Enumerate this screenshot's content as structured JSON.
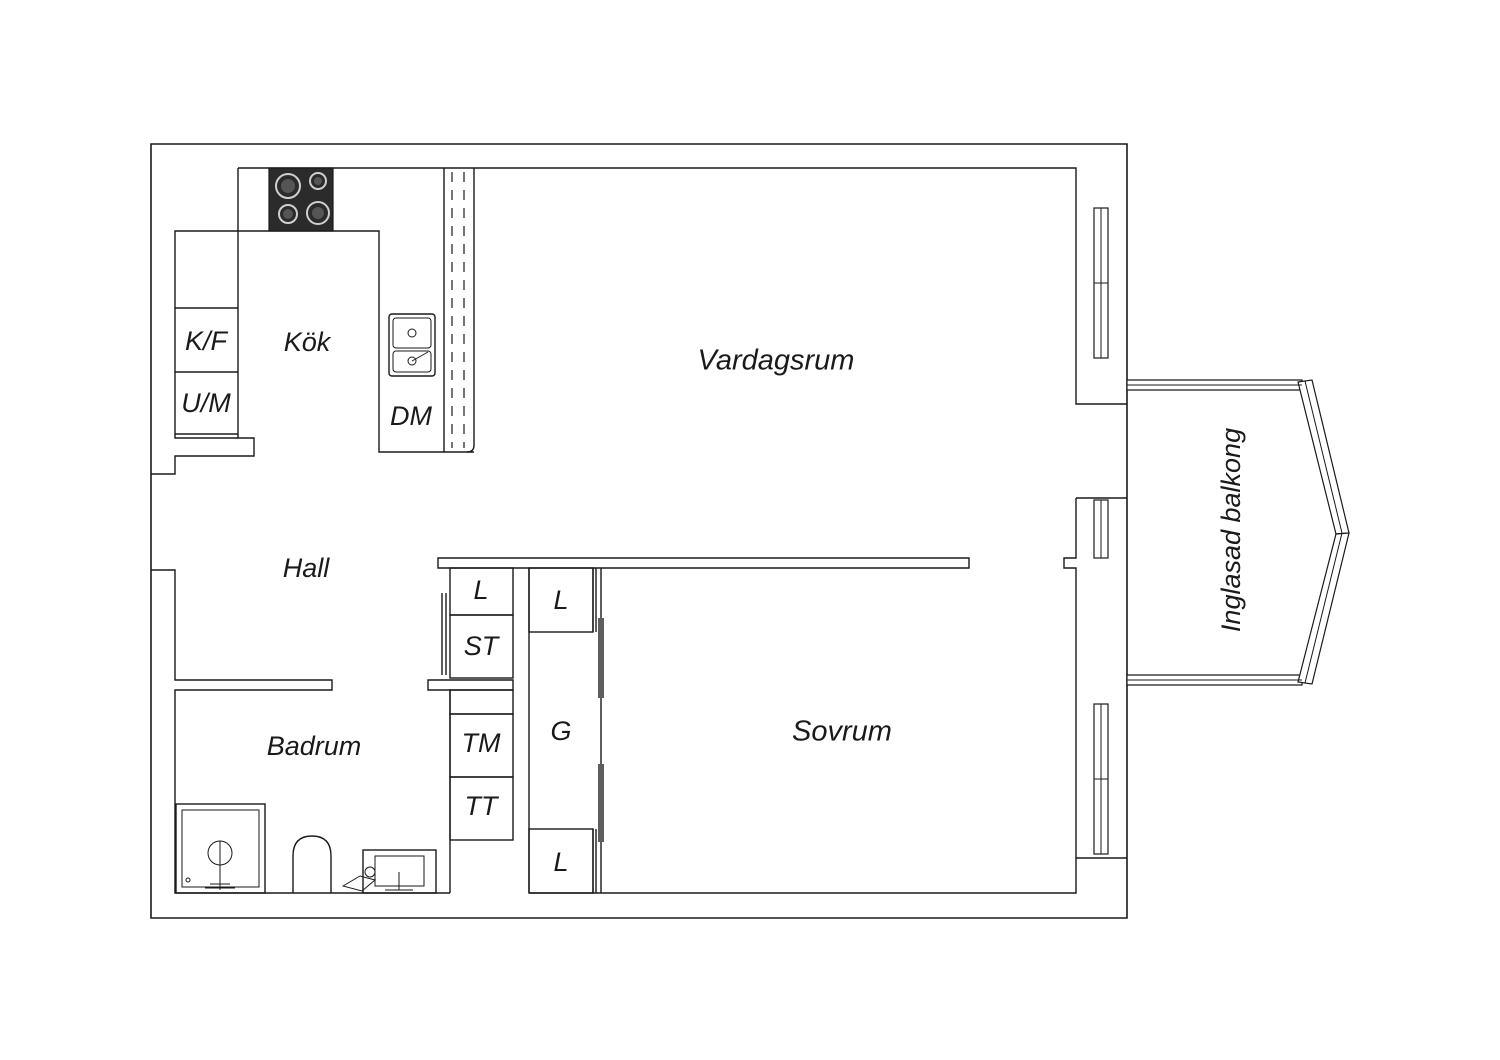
{
  "rooms": {
    "kitchen": "Kök",
    "living_room": "Vardagsrum",
    "hall": "Hall",
    "bathroom": "Badrum",
    "bedroom": "Sovrum",
    "balcony": "Inglasad balkong"
  },
  "fixtures": {
    "fridge_freezer": "K/F",
    "oven_microwave": "U/M",
    "dishwasher": "DM",
    "closet_hall": "L",
    "cleaning_closet": "ST",
    "washing_machine": "TM",
    "tumble_dryer": "TT",
    "walk_in_closet": "G",
    "closet_top": "L",
    "closet_bottom": "L"
  },
  "colors": {
    "line": "#1a1a1a",
    "stove": "#2b2b2b",
    "background": "#ffffff"
  }
}
